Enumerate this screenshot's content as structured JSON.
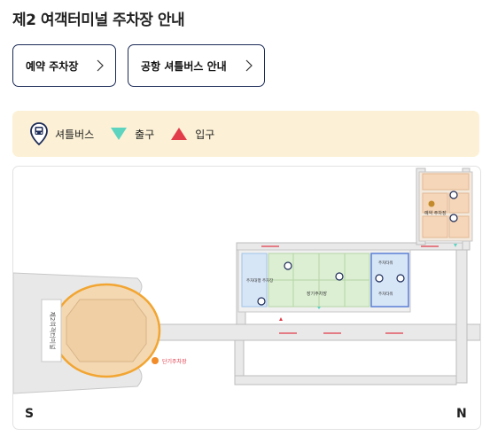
{
  "page": {
    "title": "제2 여객터미널 주차장 안내"
  },
  "buttons": [
    {
      "label": "예약 주차장"
    },
    {
      "label": "공항 셔틀버스 안내"
    }
  ],
  "legend": [
    {
      "label": "셔틀버스",
      "icon": "shuttle-bus-pin-icon",
      "color": "#1c2b57"
    },
    {
      "label": "출구",
      "icon": "exit-triangle-icon",
      "color": "#5cd4c0"
    },
    {
      "label": "입구",
      "icon": "entrance-triangle-icon",
      "color": "#e23b4a"
    }
  ],
  "map": {
    "terminal_label": "제2여객터미널",
    "reserved_lot": "예약 주차장",
    "short_term_lot": "단기주차장",
    "long_term_lot": "장기주차장",
    "parking_tower_1": "주차타워",
    "parking_tower_2": "주차타워",
    "shuttle_lot_label": "주차대행 주차장",
    "south": "S",
    "north": "N"
  },
  "colors": {
    "accent_navy": "#1c2b57",
    "legend_bg": "#fcf1d6",
    "terminal_fill": "#f3d8b2",
    "terminal_outline": "#f2a531",
    "lot_green": "#dcefd3",
    "lot_blue": "#d7e6f7",
    "reserved_fill": "#f6d6b8",
    "road_gray": "#d9d9d9"
  }
}
